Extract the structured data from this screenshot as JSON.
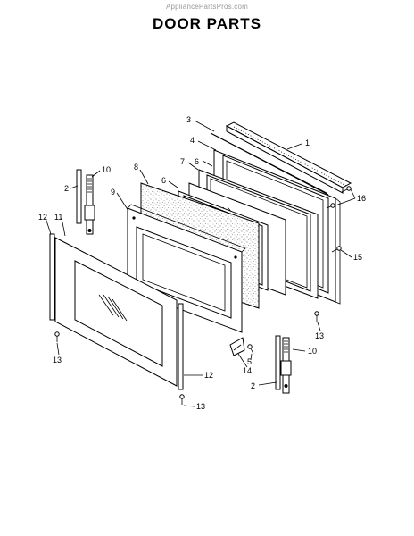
{
  "watermark": "AppliancePartsPros.com",
  "title": "DOOR PARTS",
  "callouts": {
    "c1": "1",
    "c2a": "2",
    "c2b": "2",
    "c3": "3",
    "c4": "4",
    "c5": "5",
    "c6a": "6",
    "c6b": "6",
    "c7": "7",
    "c8": "8",
    "c9": "9",
    "c10a": "10",
    "c10b": "10",
    "c11": "11",
    "c12a": "12",
    "c12b": "12",
    "c13a": "13",
    "c13b": "13",
    "c13c": "13",
    "c14": "14",
    "c15": "15",
    "c16": "16"
  }
}
